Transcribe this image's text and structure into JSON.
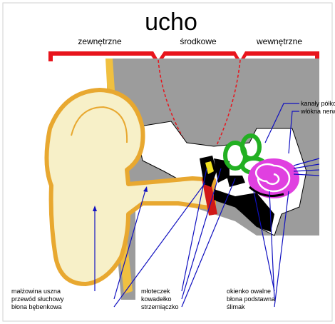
{
  "title": "ucho",
  "sections": {
    "outer": "zewnętrzne",
    "middle": "środkowe",
    "inner": "wewnętrzne"
  },
  "labels": {
    "kanaly": "kanały półkoliste",
    "wlokna": "włókna nerwowe",
    "malzowina": "małżowina uszna",
    "przewod": "przewód słuchowy",
    "blona_bebenkowa": "błona bębenkowa",
    "mloteczek": "młoteczek",
    "kowadelko": "kowadełko",
    "strzemiaczko": "strzemiączko",
    "okienko": "okienko owalne",
    "blona_podstawna": "błona podstawna",
    "slimak": "ślimak"
  },
  "colors": {
    "bracket": "#e8141c",
    "tissue": "#9c9c9c",
    "skin": "#f7f0c8",
    "skin_edge": "#e8a830",
    "canals": "#22b022",
    "cochlea": "#e040e0",
    "leader": "#1010c0",
    "eardrum": "#d01818"
  }
}
